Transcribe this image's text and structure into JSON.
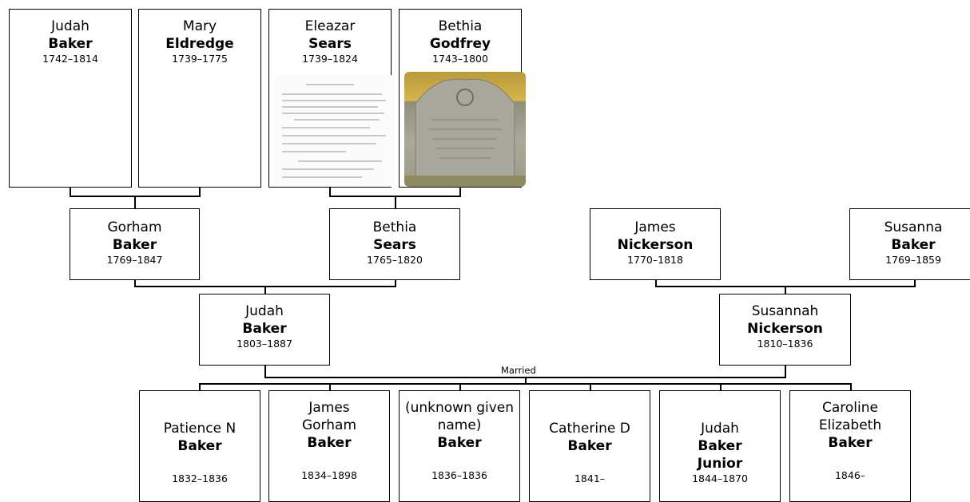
{
  "people": {
    "gg1": {
      "given": "Judah",
      "surname": "Baker",
      "years": "1742–1814"
    },
    "gg2": {
      "given": "Mary",
      "surname": "Eldredge",
      "years": "1739–1775"
    },
    "gg3": {
      "given": "Eleazar",
      "surname": "Sears",
      "years": "1739–1824"
    },
    "gg4": {
      "given": "Bethia",
      "surname": "Godfrey",
      "years": "1743–1800"
    },
    "gp1": {
      "given": "Gorham",
      "surname": "Baker",
      "years": "1769–1847"
    },
    "gp2": {
      "given": "Bethia",
      "surname": "Sears",
      "years": "1765–1820"
    },
    "gp3": {
      "given": "James",
      "surname": "Nickerson",
      "years": "1770–1818"
    },
    "gp4": {
      "given": "Susanna",
      "surname": "Baker",
      "years": "1769–1859"
    },
    "p1": {
      "given": "Judah",
      "surname": "Baker",
      "years": "1803–1887"
    },
    "p2": {
      "given": "Susannah",
      "surname": "Nickerson",
      "years": "1810–1836"
    },
    "c1": {
      "given": "Patience N",
      "surname": "Baker",
      "years": "1832–1836"
    },
    "c2": {
      "given": "James Gorham",
      "surname": "Baker",
      "years": "1834–1898"
    },
    "c3": {
      "given": "(unknown given name)",
      "surname": "Baker",
      "years": "1836–1836"
    },
    "c4": {
      "given": "Catherine D",
      "surname": "Baker",
      "years": "1841–"
    },
    "c5": {
      "given": "Judah",
      "surname": "Baker Junior",
      "years": "1844–1870"
    },
    "c6": {
      "given": "Caroline Elizabeth",
      "surname": "Baker",
      "years": "1846–"
    }
  },
  "labels": {
    "married": "Married"
  },
  "photos": {
    "gg3": "document-photo",
    "gg4": "gravestone-photo"
  }
}
